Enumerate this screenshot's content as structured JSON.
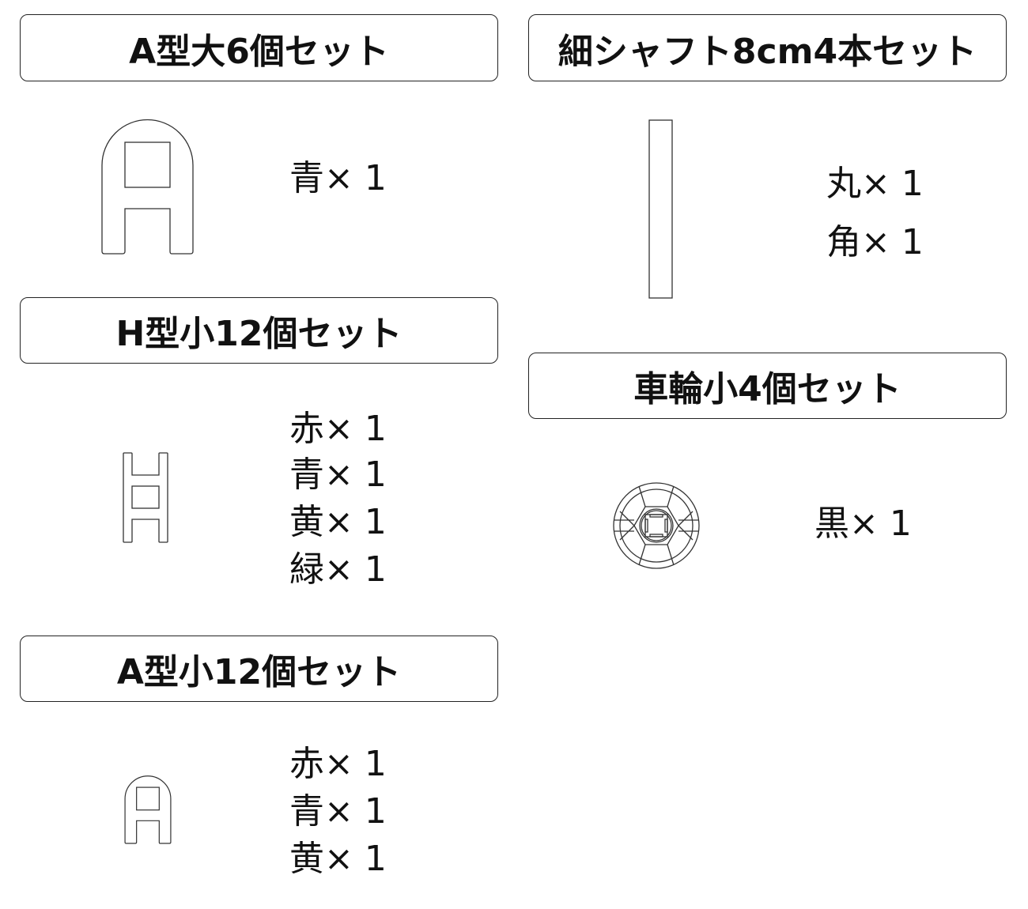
{
  "sections": [
    {
      "title": "A型大6個セット",
      "items": [
        "青× 1"
      ]
    },
    {
      "title": "H型小12個セット",
      "items": [
        "赤× 1",
        "青× 1",
        "黄× 1",
        "緑× 1"
      ]
    },
    {
      "title": "A型小12個セット",
      "items": [
        "赤× 1",
        "青× 1",
        "黄× 1"
      ]
    },
    {
      "title": "細シャフト8cm4本セット",
      "items": [
        "丸× 1",
        "角× 1"
      ]
    },
    {
      "title": "車輪小4個セット",
      "items": [
        "黒× 1"
      ]
    }
  ]
}
